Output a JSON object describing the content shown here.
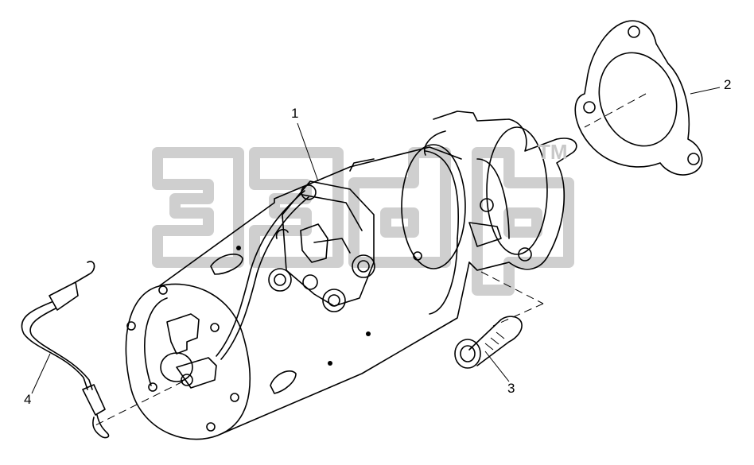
{
  "callouts": [
    {
      "id": "1",
      "label": "1"
    },
    {
      "id": "2",
      "label": "2"
    },
    {
      "id": "3",
      "label": "3"
    },
    {
      "id": "4",
      "label": "4"
    }
  ],
  "watermark": {
    "trademark": "TM"
  },
  "colors": {
    "ink": "#000000",
    "watermark": "#cfcfcf",
    "background": "#ffffff"
  }
}
